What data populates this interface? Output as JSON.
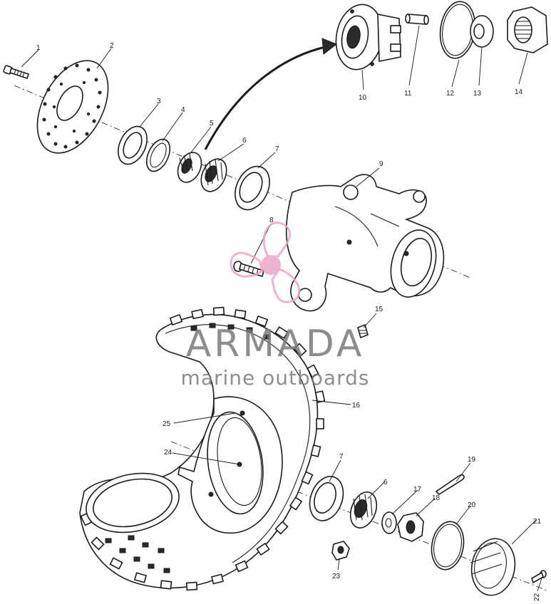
{
  "diagram": {
    "callouts": [
      "1",
      "2",
      "3",
      "4",
      "5",
      "6",
      "7",
      "8",
      "9",
      "10",
      "11",
      "12",
      "13",
      "14",
      "15",
      "16",
      "7",
      "6",
      "17",
      "18",
      "19",
      "20",
      "21",
      "22",
      "23",
      "24",
      "25"
    ]
  },
  "watermark": {
    "title": "ARMADA",
    "subtitle": "marine outboards",
    "title_color": "#7a7a7a",
    "logo_color": "#e9a6c8"
  }
}
